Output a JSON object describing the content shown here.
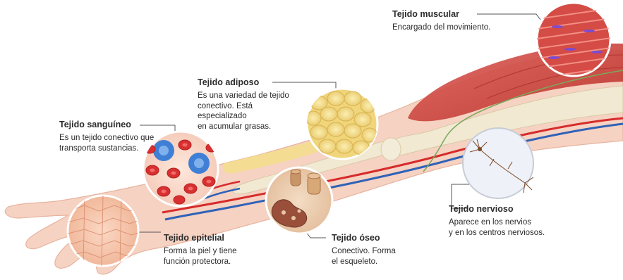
{
  "labels": {
    "muscular": {
      "title": "Tejido muscular",
      "lines": [
        "Encargado del movimiento."
      ]
    },
    "adiposo": {
      "title": "Tejido adiposo",
      "lines": [
        "Es una variedad de tejido",
        "conectivo. Está",
        "especializado",
        "en acumular grasas."
      ]
    },
    "sanguineo": {
      "title": "Tejido sanguíneo",
      "lines": [
        "Es un tejido conectivo que",
        "transporta sustancias."
      ]
    },
    "epitelial": {
      "title": "Tejido epitelial",
      "lines": [
        "Forma la piel y tiene",
        "función protectora."
      ]
    },
    "oseo": {
      "title": "Tejido óseo",
      "lines": [
        "Conectivo. Forma",
        "el esqueleto."
      ]
    },
    "nervioso": {
      "title": "Tejido nervioso",
      "lines": [
        "Aparece en los nervios",
        "y en los centros nerviosos."
      ]
    }
  },
  "colors": {
    "skin": "#f6d2c2",
    "skin_shadow": "#e9b8a4",
    "muscle": "#c9443a",
    "bone": "#f1e9d2",
    "fat": "#f3df8a",
    "artery": "#d62b2b",
    "vein": "#2f62b8",
    "nerve": "#7aa85a",
    "leader": "#555555"
  }
}
